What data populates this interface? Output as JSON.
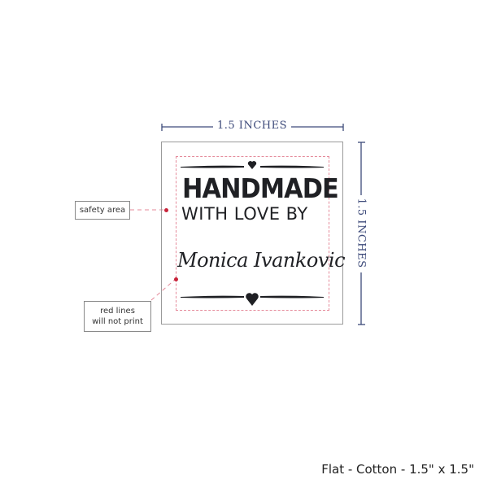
{
  "dimensions": {
    "width_label": "1.5 INCHES",
    "height_label": "1.5 INCHES"
  },
  "label": {
    "line1": "HANDMADE",
    "line2": "WITH LOVE BY",
    "name": "Monica Ivankovic"
  },
  "callouts": {
    "safety_area": "safety area",
    "red_lines_1": "red lines",
    "red_lines_2": "will not print"
  },
  "caption": "Flat - Cotton - 1.5\" x 1.5\"",
  "colors": {
    "dimension": "#3d4a7a",
    "safety": "#e58a9a",
    "dot": "#c8233a",
    "ink": "#1f2024"
  }
}
